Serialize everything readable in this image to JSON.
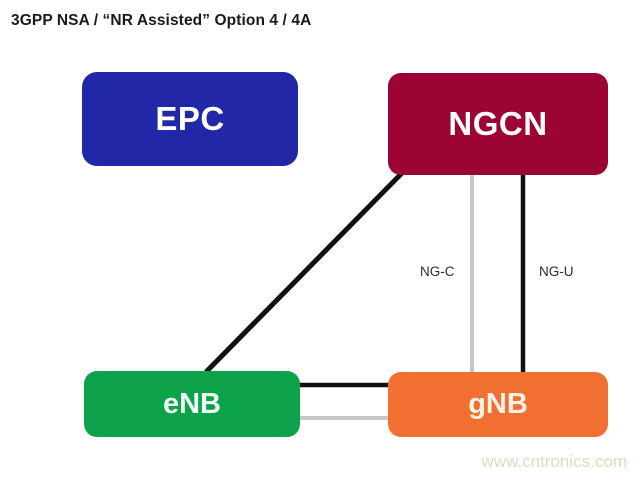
{
  "title": "3GPP NSA / “NR Assisted”  Option 4 / 4A",
  "nodes": [
    {
      "id": "epc",
      "label": "EPC",
      "color": "#2028a8"
    },
    {
      "id": "ngcn",
      "label": "NGCN",
      "color": "#9c0434"
    },
    {
      "id": "enb",
      "label": "eNB",
      "color": "#0ca24a"
    },
    {
      "id": "gnb",
      "label": "gNB",
      "color": "#f26f32"
    }
  ],
  "links": [
    {
      "id": "ngcn-enb",
      "from": "NGCN",
      "to": "eNB",
      "label": "",
      "color": "#111111",
      "style": "solid-black-diagonal"
    },
    {
      "id": "ngcn-gnb-c",
      "from": "NGCN",
      "to": "gNB",
      "label": "NG-C",
      "color": "#c6c6c6",
      "style": "solid-gray-vertical"
    },
    {
      "id": "ngcn-gnb-u",
      "from": "NGCN",
      "to": "gNB",
      "label": "NG-U",
      "color": "#111111",
      "style": "solid-black-vertical"
    },
    {
      "id": "enb-gnb-1",
      "from": "eNB",
      "to": "gNB",
      "label": "",
      "color": "#111111",
      "style": "solid-black-horizontal"
    },
    {
      "id": "enb-gnb-2",
      "from": "eNB",
      "to": "gNB",
      "label": "",
      "color": "#c6c6c6",
      "style": "solid-gray-horizontal"
    }
  ],
  "link_labels": {
    "ng_c": "NG-C",
    "ng_u": "NG-U"
  },
  "watermark": "www.cntronics.com",
  "colors": {
    "background": "#ffffff",
    "title_text": "#1a1a1a",
    "link_black": "#111111",
    "link_gray": "#c6c6c6",
    "watermark": "#cfe3c0"
  }
}
